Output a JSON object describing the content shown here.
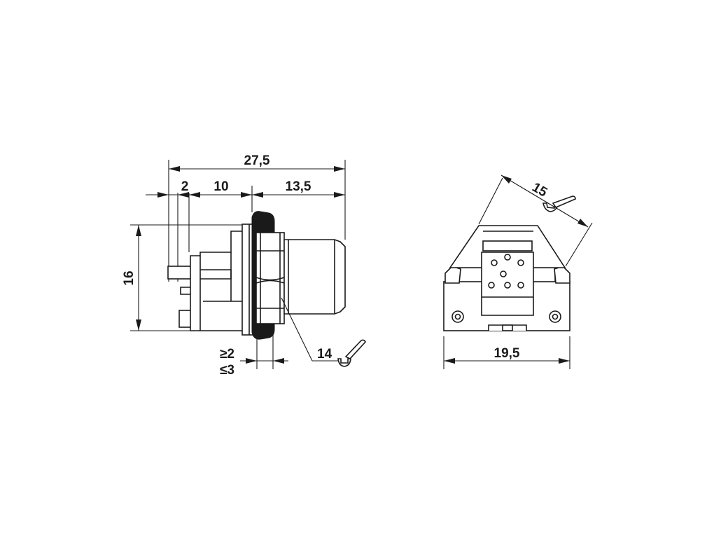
{
  "dimensions": {
    "overall_length": "27,5",
    "pin_offset": "2",
    "body_length": "10",
    "front_length": "13,5",
    "height": "16",
    "panel_min": "≥2",
    "panel_max": "≤3",
    "wrench_side": "14",
    "wrench_front": "15",
    "width_front": "19,5"
  }
}
